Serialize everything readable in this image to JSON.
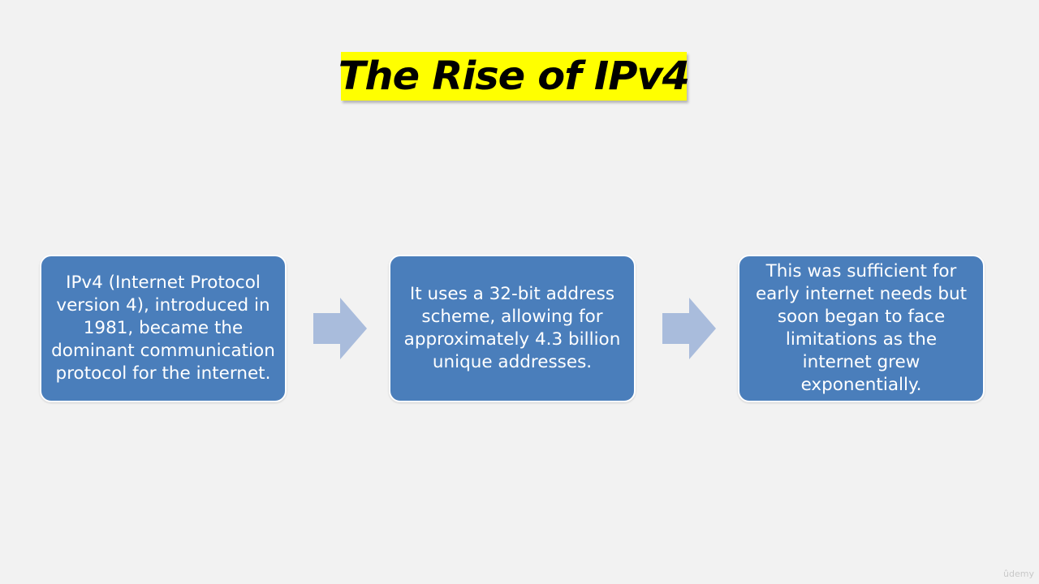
{
  "title": "The Rise of IPv4",
  "colors": {
    "background": "#f2f2f2",
    "title_highlight": "#ffff00",
    "box_fill": "#4a7ebb",
    "arrow_fill": "#a9bcdc"
  },
  "steps": [
    {
      "text": "IPv4 (Internet Protocol version 4), introduced in 1981, became the dominant communication protocol for the internet."
    },
    {
      "text": "It uses a 32-bit address scheme, allowing for approximately 4.3 billion unique addresses."
    },
    {
      "text": "This was sufficient for early internet needs but soon began to face limitations as the internet grew exponentially."
    }
  ],
  "arrows": [
    {
      "icon": "arrow-right-icon"
    },
    {
      "icon": "arrow-right-icon"
    }
  ],
  "watermark": "ûdemy"
}
